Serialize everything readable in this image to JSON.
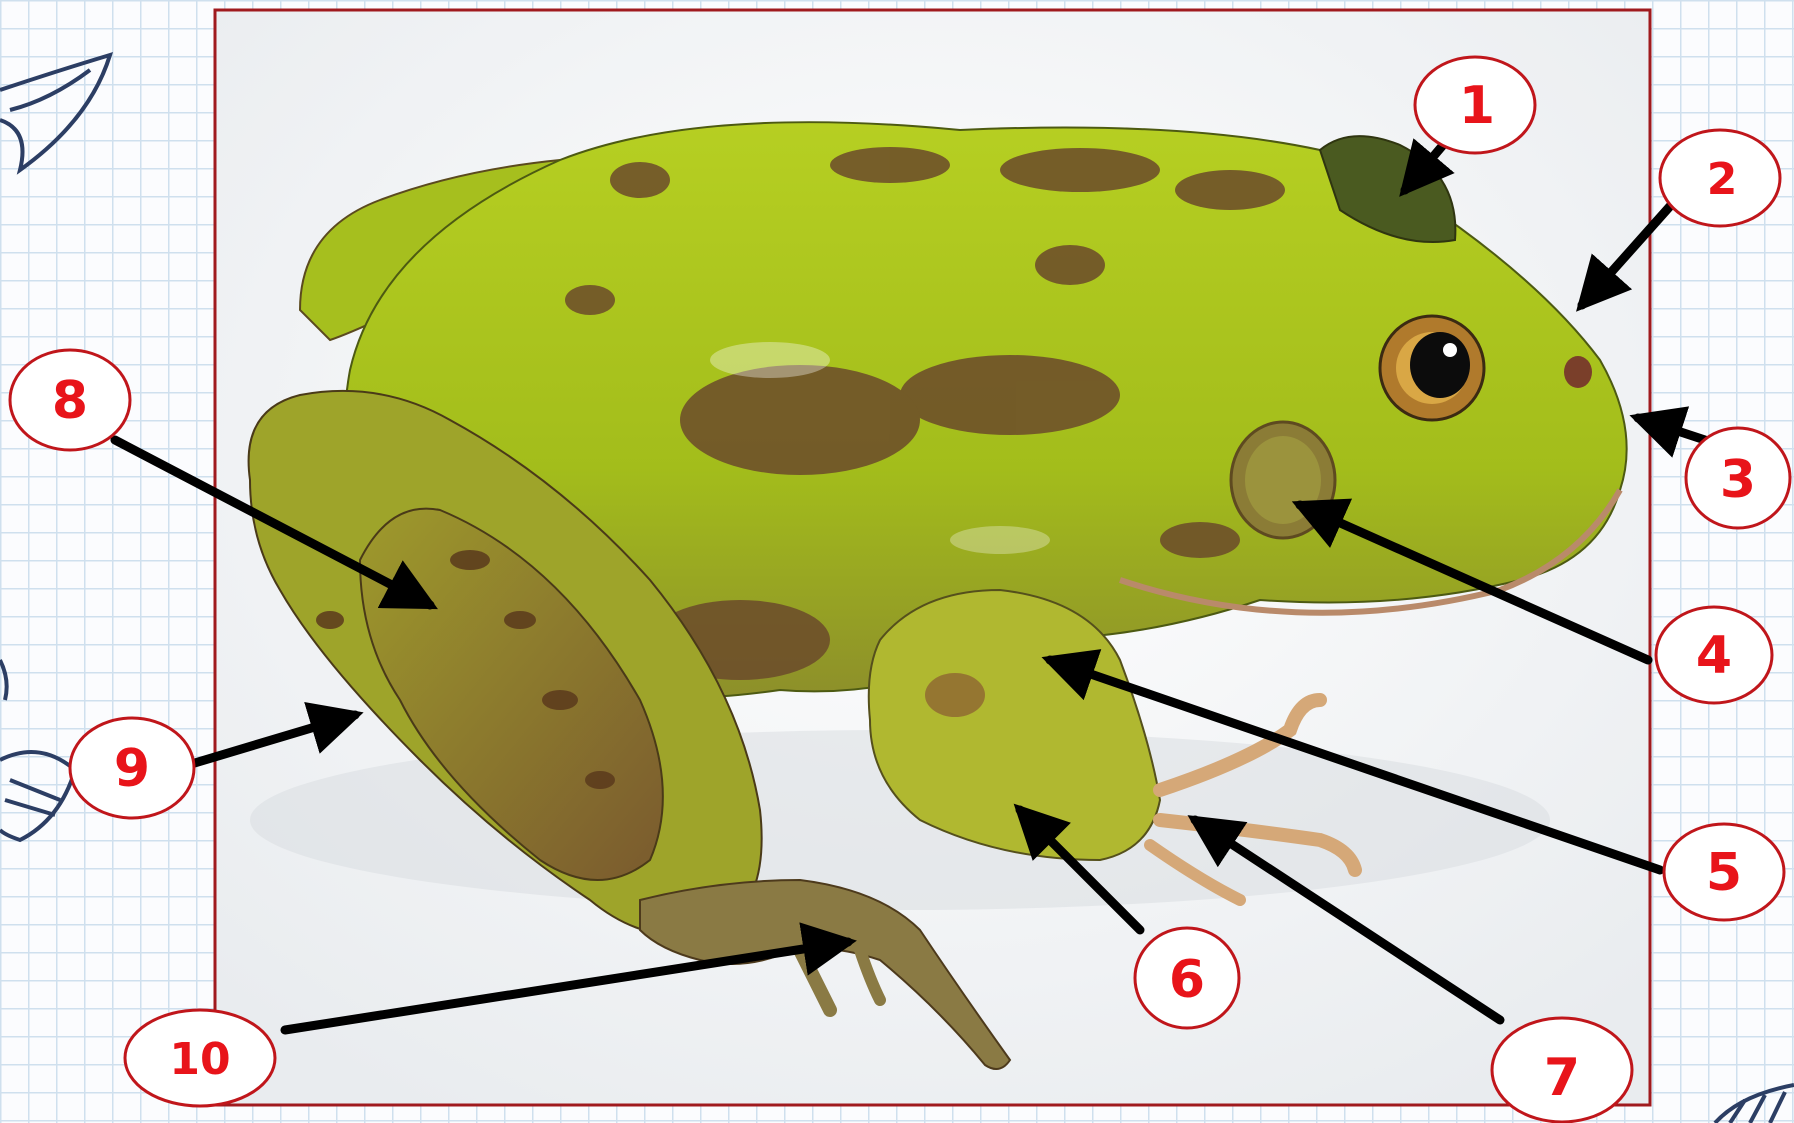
{
  "labels": [
    {
      "id": "1",
      "text": "1",
      "target": "eye-bump"
    },
    {
      "id": "2",
      "text": "2",
      "target": "nostril"
    },
    {
      "id": "3",
      "text": "3",
      "target": "upper-jaw"
    },
    {
      "id": "4",
      "text": "4",
      "target": "eardrum"
    },
    {
      "id": "5",
      "text": "5",
      "target": "forelimb-shoulder"
    },
    {
      "id": "6",
      "text": "6",
      "target": "forearm"
    },
    {
      "id": "7",
      "text": "7",
      "target": "forelimb-toes"
    },
    {
      "id": "8",
      "text": "8",
      "target": "thigh"
    },
    {
      "id": "9",
      "text": "9",
      "target": "shin"
    },
    {
      "id": "10",
      "text": "10",
      "target": "hind-foot"
    }
  ],
  "colors": {
    "accent": "#e8141a",
    "frame": "#a01a1e",
    "frog_green": "#a8c51c",
    "frog_brown": "#6b4a2a",
    "arrow": "#000000"
  },
  "icons": [
    "fish-doodle-top-left",
    "fish-doodle-left",
    "fish-doodle-bottom-right",
    "frog-photo"
  ]
}
